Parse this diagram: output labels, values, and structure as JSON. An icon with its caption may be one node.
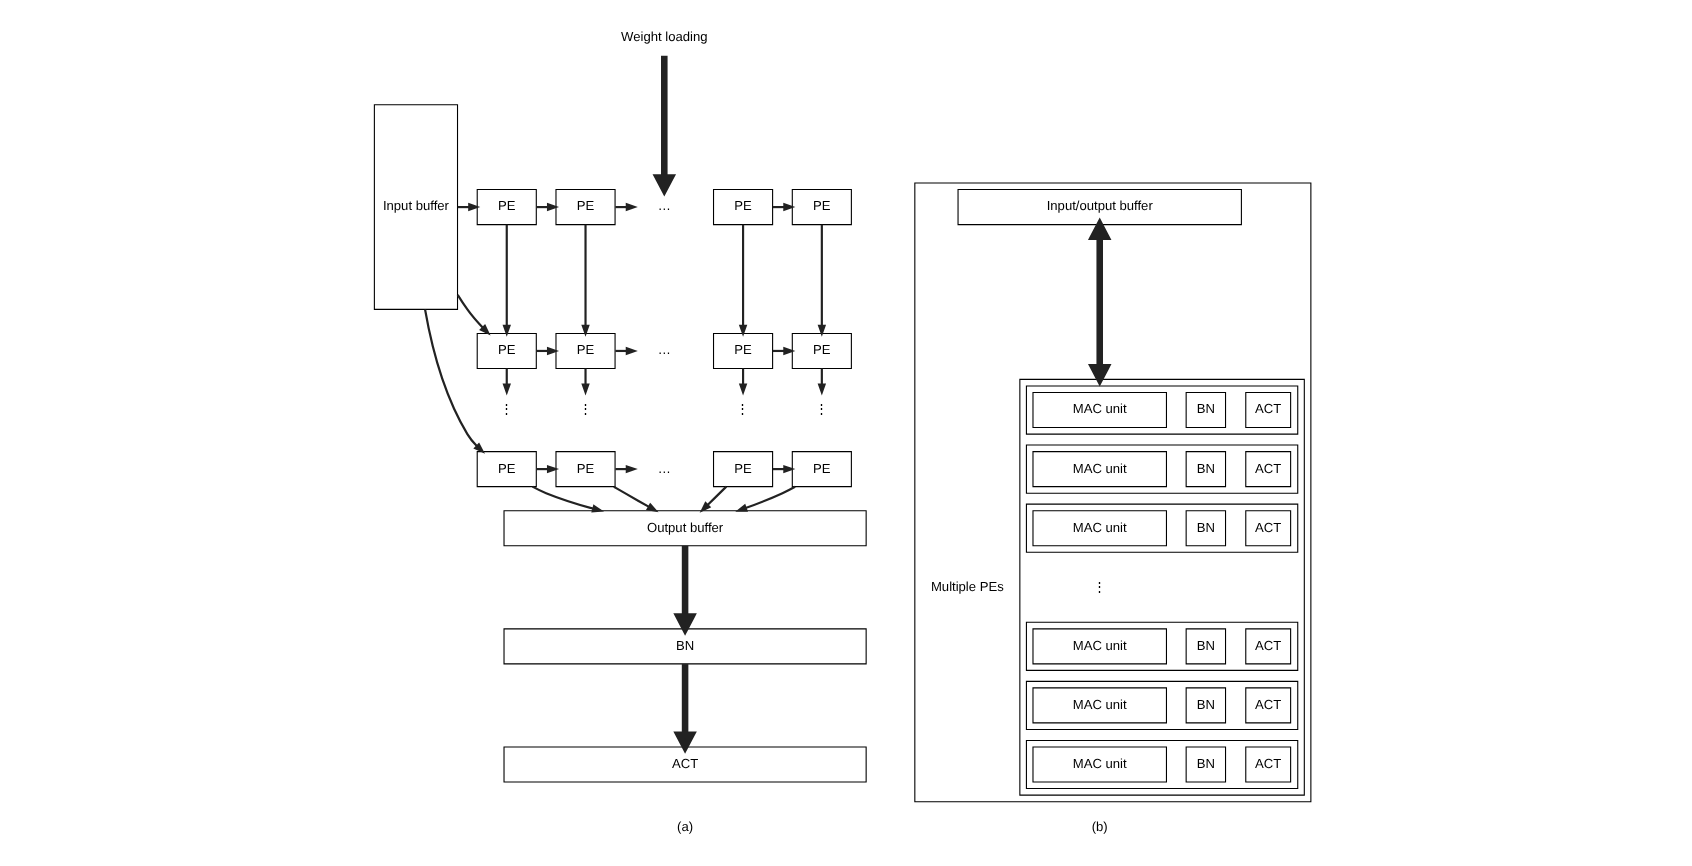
{
  "diagram": {
    "nodes": [
      {
        "text": [
          "Weight loading"
        ]
      },
      {
        "text": [
          "Input buffer"
        ]
      },
      {
        "text": [
          "PE"
        ]
      },
      {
        "text": [
          "PE"
        ]
      },
      {
        "text": [
          "…"
        ]
      },
      {
        "text": [
          "PE"
        ]
      },
      {
        "text": [
          "PE"
        ]
      },
      {
        "text": [
          "PE"
        ]
      },
      {
        "text": [
          "PE"
        ]
      },
      {
        "text": [
          "…"
        ]
      },
      {
        "text": [
          "PE"
        ]
      },
      {
        "text": [
          "PE"
        ]
      },
      {
        "text": [
          "⋮"
        ]
      },
      {
        "text": [
          "⋮"
        ]
      },
      {
        "text": [
          "⋮"
        ]
      },
      {
        "text": [
          "⋮"
        ]
      },
      {
        "text": [
          "PE"
        ]
      },
      {
        "text": [
          "PE"
        ]
      },
      {
        "text": [
          "…"
        ]
      },
      {
        "text": [
          "PE"
        ]
      },
      {
        "text": [
          "PE"
        ]
      },
      {
        "text": [
          "Output buffer"
        ]
      },
      {
        "text": [
          "BN"
        ]
      },
      {
        "text": [
          "ACT"
        ]
      },
      {
        "text": [],
        "shape": "box"
      },
      {
        "text": [
          "Input/output buffer"
        ],
        "in": 24
      },
      {
        "text": [],
        "shape": "box",
        "in": 24,
        "beside": [
          "Multiple PEs"
        ]
      },
      {
        "text": [],
        "shape": "box",
        "in": 26
      },
      {
        "text": [
          "MAC unit"
        ],
        "in": 27
      },
      {
        "text": [
          "BN"
        ],
        "in": 27
      },
      {
        "text": [
          "ACT"
        ],
        "in": 27
      },
      {
        "text": [],
        "shape": "box",
        "in": 26
      },
      {
        "text": [
          "MAC unit"
        ],
        "in": 31
      },
      {
        "text": [
          "BN"
        ],
        "in": 31
      },
      {
        "text": [
          "ACT"
        ],
        "in": 31
      },
      {
        "text": [],
        "shape": "box",
        "in": 26
      },
      {
        "text": [
          "MAC unit"
        ],
        "in": 35
      },
      {
        "text": [
          "BN"
        ],
        "in": 35
      },
      {
        "text": [
          "ACT"
        ],
        "in": 35
      },
      {
        "text": [],
        "shape": "box",
        "in": 26
      },
      {
        "text": [
          "MAC unit"
        ],
        "in": 39
      },
      {
        "text": [
          "BN"
        ],
        "in": 39
      },
      {
        "text": [
          "ACT"
        ],
        "in": 39
      },
      {
        "text": [],
        "shape": "box",
        "in": 26
      },
      {
        "text": [
          "MAC unit"
        ],
        "in": 43
      },
      {
        "text": [
          "BN"
        ],
        "in": 43
      },
      {
        "text": [
          "ACT"
        ],
        "in": 43
      },
      {
        "text": [],
        "shape": "box",
        "in": 26
      },
      {
        "text": [
          "MAC unit"
        ],
        "in": 47
      },
      {
        "text": [
          "BN"
        ],
        "in": 47
      },
      {
        "text": [
          "ACT"
        ],
        "in": 47
      }
    ],
    "edges": [
      {
        "from": 0,
        "to": 4,
        "arrow": "to",
        "style": "thick"
      },
      {
        "from": 1,
        "to": 2,
        "arrow": "to"
      },
      {
        "from": 1,
        "to": 7,
        "arrow": "to"
      },
      {
        "from": 1,
        "to": 16,
        "arrow": "to"
      },
      {
        "from": 2,
        "to": 3,
        "arrow": "to"
      },
      {
        "from": 3,
        "to": 4,
        "arrow": "to"
      },
      {
        "from": 5,
        "to": 6,
        "arrow": "to"
      },
      {
        "from": 7,
        "to": 8,
        "arrow": "to"
      },
      {
        "from": 8,
        "to": 9,
        "arrow": "to"
      },
      {
        "from": 10,
        "to": 11,
        "arrow": "to"
      },
      {
        "from": 16,
        "to": 17,
        "arrow": "to"
      },
      {
        "from": 17,
        "to": 18,
        "arrow": "to"
      },
      {
        "from": 19,
        "to": 20,
        "arrow": "to"
      },
      {
        "from": 2,
        "to": 7,
        "arrow": "to"
      },
      {
        "from": 3,
        "to": 8,
        "arrow": "to"
      },
      {
        "from": 5,
        "to": 10,
        "arrow": "to"
      },
      {
        "from": 6,
        "to": 11,
        "arrow": "to"
      },
      {
        "from": 7,
        "to": 12,
        "arrow": "to"
      },
      {
        "from": 8,
        "to": 13,
        "arrow": "to"
      },
      {
        "from": 10,
        "to": 14,
        "arrow": "to"
      },
      {
        "from": 11,
        "to": 15,
        "arrow": "to"
      },
      {
        "from": 16,
        "to": 21,
        "arrow": "to"
      },
      {
        "from": 17,
        "to": 21,
        "arrow": "to"
      },
      {
        "from": 19,
        "to": 21,
        "arrow": "to"
      },
      {
        "from": 20,
        "to": 21,
        "arrow": "to"
      },
      {
        "from": 21,
        "to": 22,
        "arrow": "to",
        "style": "thick"
      },
      {
        "from": 22,
        "to": 23,
        "arrow": "to",
        "style": "thick"
      },
      {
        "from": 25,
        "to": 26,
        "arrow": "both",
        "style": "thick"
      }
    ],
    "labels": [
      "⋮",
      "(a)",
      "(b)"
    ]
  }
}
